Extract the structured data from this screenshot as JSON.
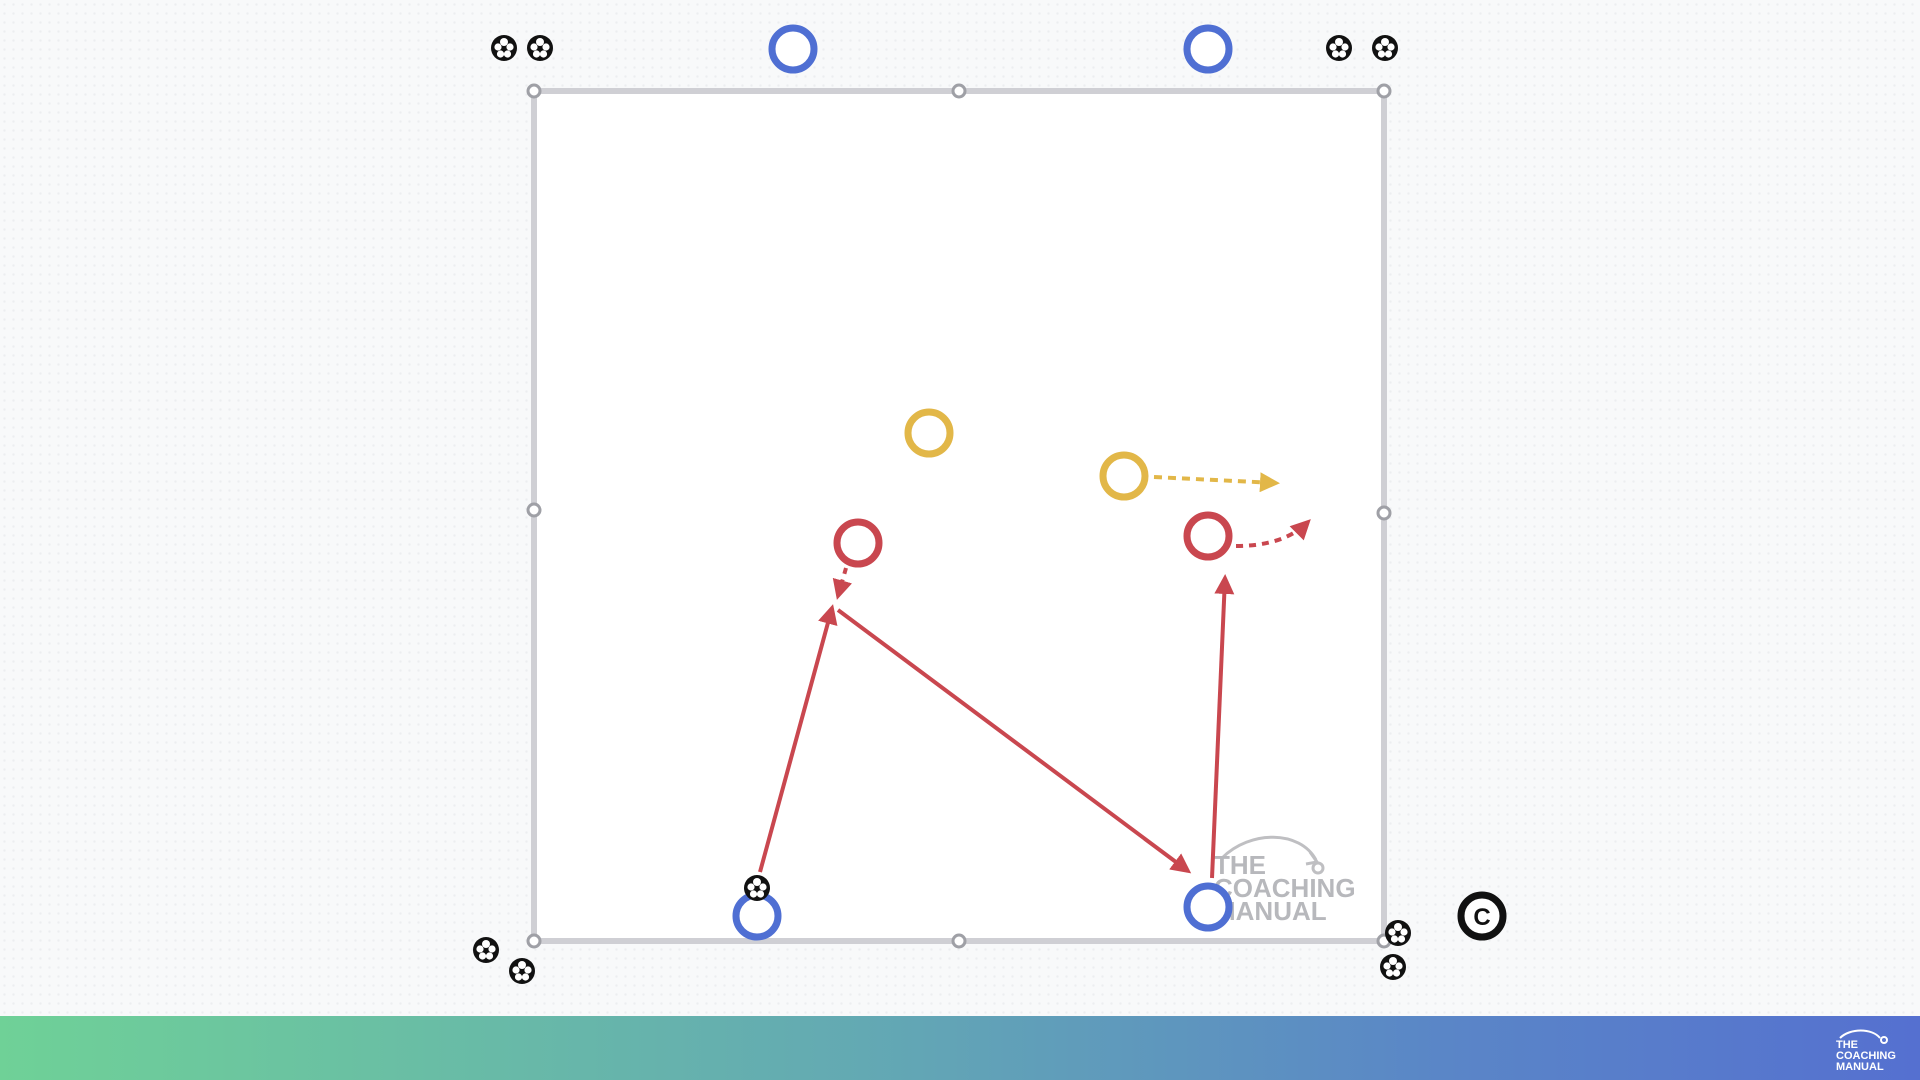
{
  "diagram": {
    "colors": {
      "team_blue": "#4f6fd3",
      "team_red": "#c9474f",
      "team_yellow": "#e2b748",
      "pitch_line": "#cfcfd4",
      "ball": "#111111"
    },
    "players": [
      {
        "team": "blue",
        "role": "outside-top-left"
      },
      {
        "team": "blue",
        "role": "outside-top-right"
      },
      {
        "team": "yellow",
        "role": "defender"
      },
      {
        "team": "yellow",
        "role": "defender"
      },
      {
        "team": "red",
        "role": "attacker"
      },
      {
        "team": "red",
        "role": "attacker"
      },
      {
        "team": "blue",
        "role": "server-bottom-left"
      },
      {
        "team": "blue",
        "role": "server-bottom-right"
      }
    ],
    "actions": [
      {
        "type": "pass",
        "color": "red",
        "style": "solid"
      },
      {
        "type": "pass",
        "color": "red",
        "style": "solid"
      },
      {
        "type": "pass",
        "color": "red",
        "style": "solid"
      },
      {
        "type": "movement",
        "color": "red",
        "style": "dashed"
      },
      {
        "type": "movement",
        "color": "red",
        "style": "dashed-curve"
      },
      {
        "type": "movement",
        "color": "yellow",
        "style": "dashed"
      }
    ],
    "coach_icon": "coach-icon",
    "coach_symbol": "C"
  },
  "watermark": {
    "line1": "THE",
    "line2": "COACHING",
    "line3": "MANUAL"
  },
  "footer": {
    "logo_line1": "THE",
    "logo_line2": "COACHING",
    "logo_line3": "MANUAL"
  }
}
